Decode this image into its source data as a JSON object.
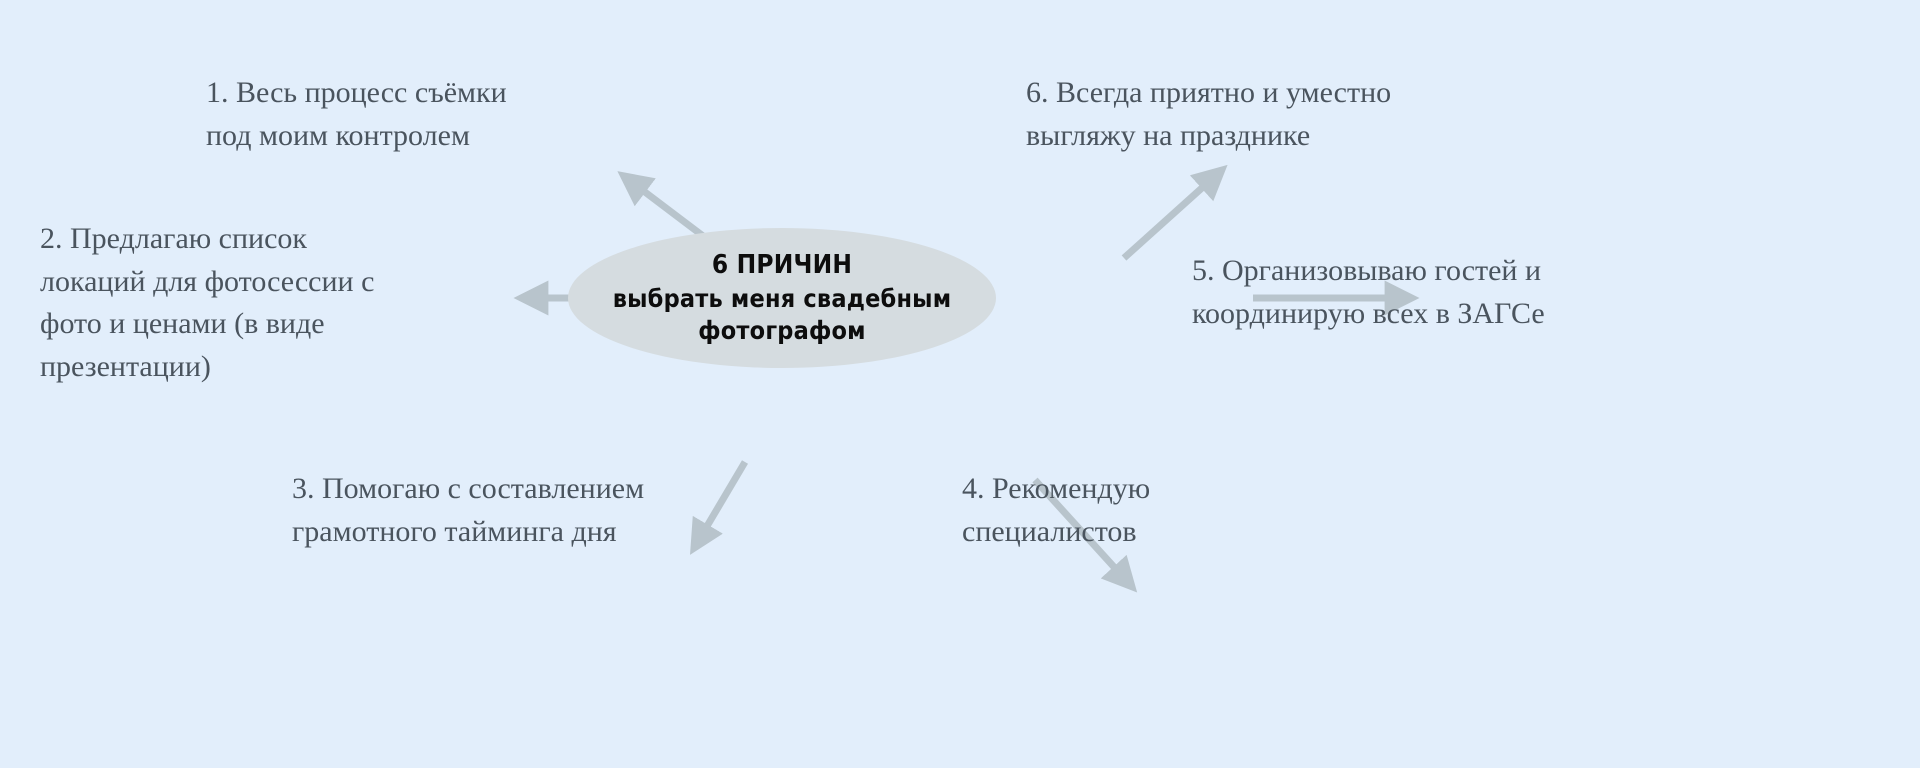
{
  "diagram": {
    "type": "radial-mindmap",
    "background_color": "#e2eefb",
    "hub_fill_color": "#d5dce0",
    "arrow_color": "#b8c4cc",
    "label_color": "#4a545e",
    "hub_text_color": "#0d0d0d",
    "center": {
      "line1": "6 ПРИЧИН",
      "line2": "выбрать меня свадебным",
      "line3": "фотографом"
    },
    "branches": [
      {
        "number": "1",
        "text": "1. Весь процесс съёмки\nпод моим контролем",
        "position": "top-left",
        "arrow_direction": "up-left"
      },
      {
        "number": "2",
        "text": "2. Предлагаю список\nлокаций для фотосессии с\nфото и ценами (в виде\nпрезентации)",
        "position": "left",
        "arrow_direction": "left"
      },
      {
        "number": "3",
        "text": "3. Помогаю с составлением\nграмотного тайминга дня",
        "position": "bottom-left",
        "arrow_direction": "down-left"
      },
      {
        "number": "4",
        "text": "4. Рекомендую\nспециалистов",
        "position": "bottom-right",
        "arrow_direction": "down-right"
      },
      {
        "number": "5",
        "text": "5. Организовываю гостей и\nкоординирую всех в ЗАГСе",
        "position": "right",
        "arrow_direction": "right"
      },
      {
        "number": "6",
        "text": "6. Всегда приятно и уместно\nвыгляжу на празднике",
        "position": "top-right",
        "arrow_direction": "up-right"
      }
    ]
  }
}
